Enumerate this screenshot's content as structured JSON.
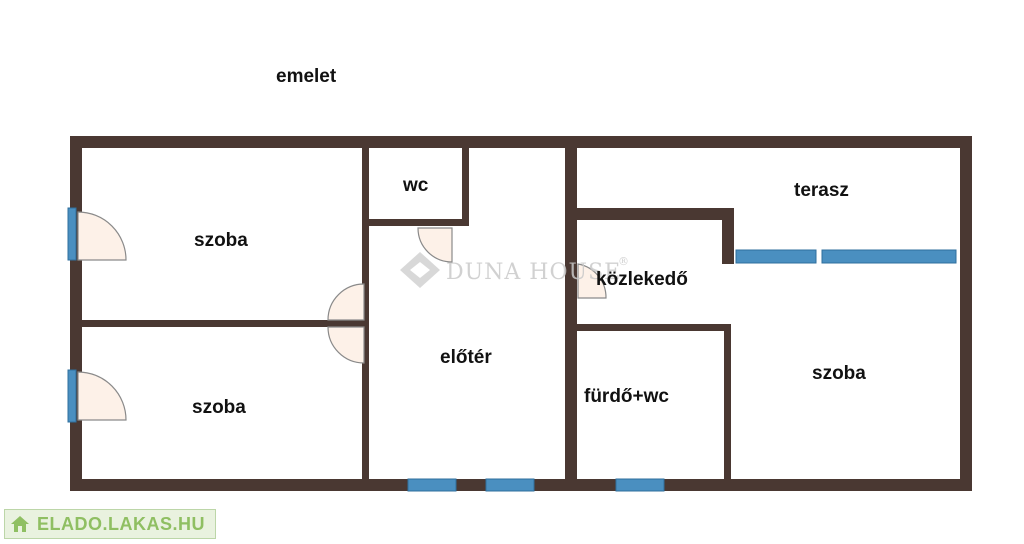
{
  "floor_label": "emelet",
  "rooms": {
    "room_top_left": "szoba",
    "room_bottom_left": "szoba",
    "wc": "wc",
    "hall": "előtér",
    "corridor": "közlekedő",
    "bathroom": "fürdő+wc",
    "terrace": "terasz",
    "room_right": "szoba"
  },
  "watermark": {
    "text": "DUNA HOUSE",
    "mark": "®"
  },
  "badge": {
    "text": "ELADO.LAKAS.HU"
  },
  "colors": {
    "wall": "#4a3832",
    "window": "#4a8fc0",
    "door_fill": "#fdf1e8",
    "door_stroke": "#8a8a8a"
  }
}
